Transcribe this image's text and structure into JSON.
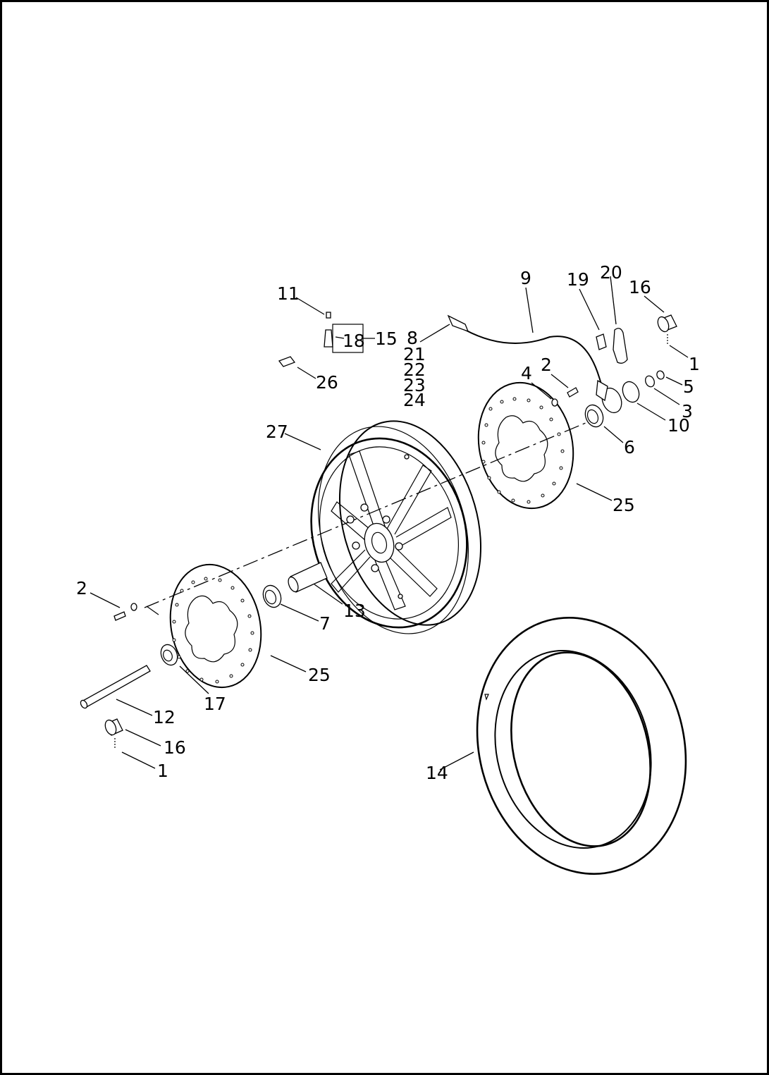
{
  "diagram": {
    "callouts": [
      {
        "id": "c1a",
        "text": "1"
      },
      {
        "id": "c1b",
        "text": "1"
      },
      {
        "id": "c2a",
        "text": "2"
      },
      {
        "id": "c2b",
        "text": "2"
      },
      {
        "id": "c3",
        "text": "3"
      },
      {
        "id": "c4",
        "text": "4"
      },
      {
        "id": "c5",
        "text": "5"
      },
      {
        "id": "c6",
        "text": "6"
      },
      {
        "id": "c7",
        "text": "7"
      },
      {
        "id": "c8",
        "text": "8"
      },
      {
        "id": "c9",
        "text": "9"
      },
      {
        "id": "c10",
        "text": "10"
      },
      {
        "id": "c11",
        "text": "11"
      },
      {
        "id": "c12",
        "text": "12"
      },
      {
        "id": "c13",
        "text": "13"
      },
      {
        "id": "c14",
        "text": "14"
      },
      {
        "id": "c15",
        "text": "15"
      },
      {
        "id": "c16a",
        "text": "16"
      },
      {
        "id": "c16b",
        "text": "16"
      },
      {
        "id": "c17",
        "text": "17"
      },
      {
        "id": "c18",
        "text": "18"
      },
      {
        "id": "c19",
        "text": "19"
      },
      {
        "id": "c20",
        "text": "20"
      },
      {
        "id": "c21",
        "text": "21"
      },
      {
        "id": "c22",
        "text": "22"
      },
      {
        "id": "c23",
        "text": "23"
      },
      {
        "id": "c24",
        "text": "24"
      },
      {
        "id": "c25a",
        "text": "25"
      },
      {
        "id": "c25b",
        "text": "25"
      },
      {
        "id": "c26",
        "text": "26"
      },
      {
        "id": "c27",
        "text": "27"
      }
    ]
  }
}
